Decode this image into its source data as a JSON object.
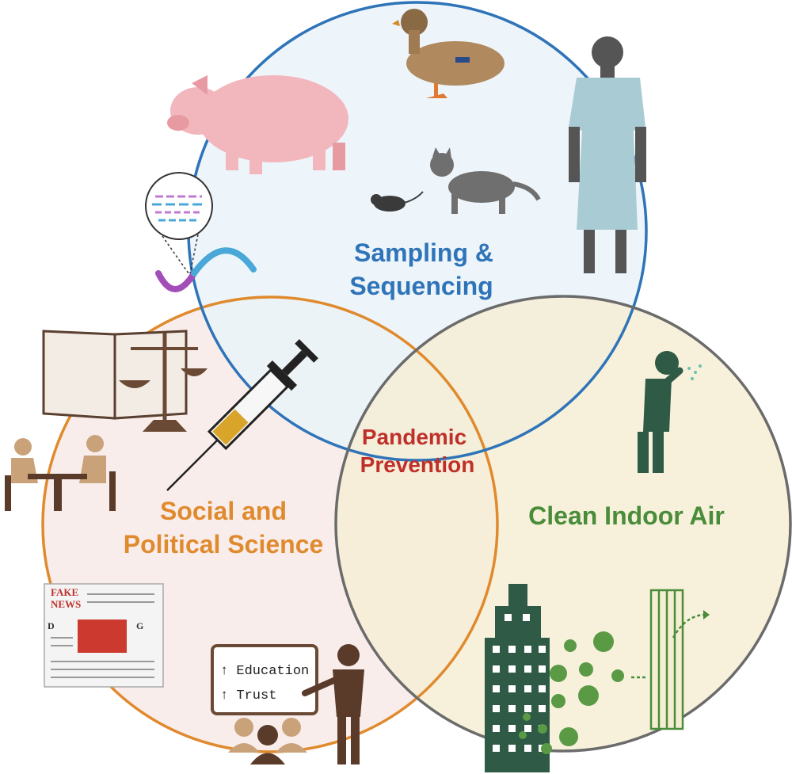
{
  "circles": {
    "sampling": {
      "label_line1": "Sampling &",
      "label_line2": "Sequencing",
      "color": "#2f74b8",
      "fill": "#eef6fb"
    },
    "social": {
      "label_line1": "Social and",
      "label_line2": "Political Science",
      "color": "#e08a2e",
      "fill": "#f8ecea"
    },
    "air": {
      "label": "Clean Indoor Air",
      "color": "#4a8c3a",
      "fill": "#f6f0d8"
    },
    "center": {
      "label_line1": "Pandemic",
      "label_line2": "Prevention",
      "color": "#c0302a"
    }
  },
  "newspaper": {
    "headline_line1": "FAKE",
    "headline_line2": "NEWS",
    "left_letter": "D",
    "right_letter": "G"
  },
  "board": {
    "line1": "↑ Education",
    "line2": "↑ Trust"
  },
  "icons": [
    "pig-icon",
    "duck-icon",
    "patient-icon",
    "cat-icon",
    "mouse-icon",
    "dna-sequence-icon",
    "law-book-scales-icon",
    "syringe-icon",
    "meeting-people-icon",
    "fake-news-newspaper-icon",
    "teacher-icon",
    "audience-icon",
    "coughing-person-icon",
    "building-icon",
    "virus-icon",
    "air-filter-icon"
  ]
}
